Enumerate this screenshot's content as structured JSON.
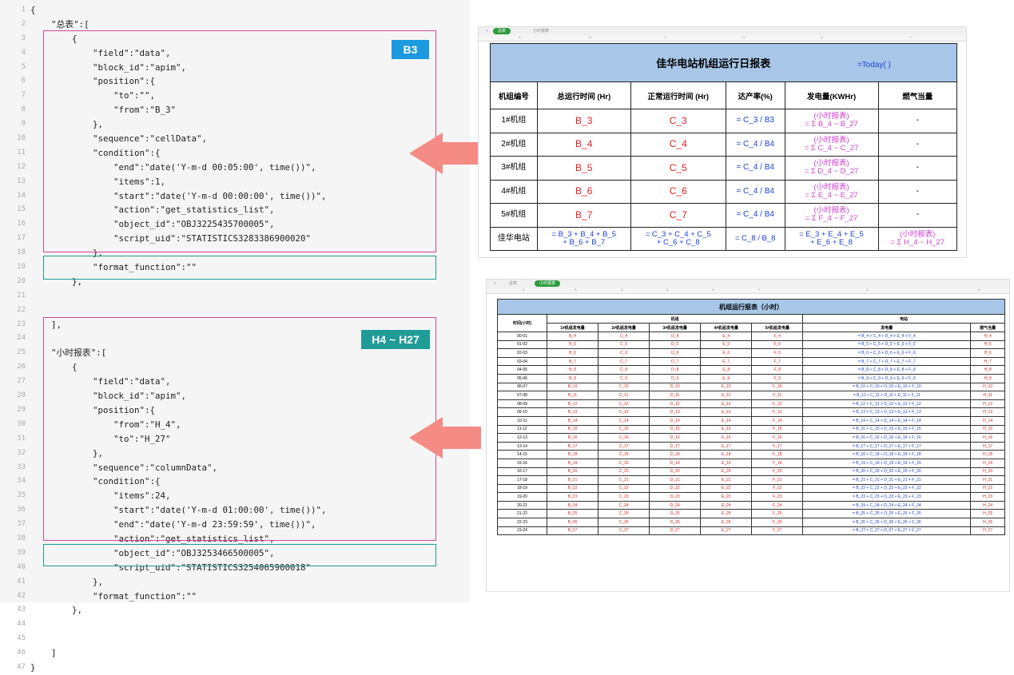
{
  "editor": {
    "line_numbers": [
      "1",
      "2",
      "3",
      "4",
      "5",
      "6",
      "7",
      "8",
      "9",
      "10",
      "11",
      "12",
      "13",
      "14",
      "15",
      "16",
      "17",
      "18",
      "19",
      "20",
      "21",
      "22",
      "23",
      "24",
      "25",
      "26",
      "27",
      "28",
      "29",
      "30",
      "31",
      "32",
      "33",
      "34",
      "35",
      "36",
      "37",
      "38",
      "39",
      "40",
      "41",
      "42",
      "43",
      "44",
      "45",
      "46",
      "47"
    ],
    "lines": [
      "{",
      "    \"总表\":[",
      "        {",
      "            \"field\":\"data\",",
      "            \"block_id\":\"apim\",",
      "            \"position\":{",
      "                \"to\":\"\",",
      "                \"from\":\"B_3\"",
      "            },",
      "            \"sequence\":\"cellData\",",
      "            \"condition\":{",
      "                \"end\":\"date('Y-m-d 00:05:00', time())\",",
      "                \"items\":1,",
      "                \"start\":\"date('Y-m-d 00:00:00', time())\",",
      "                \"action\":\"get_statistics_list\",",
      "                \"object_id\":\"OBJ3225435700005\",",
      "                \"script_uid\":\"STATISTICS3283386900020\"",
      "            },",
      "            \"format_function\":\"\"",
      "        },",
      "",
      "",
      "    ],",
      "",
      "    \"小时报表\":[",
      "        {",
      "            \"field\":\"data\",",
      "            \"block_id\":\"apim\",",
      "            \"position\":{",
      "                \"from\":\"H_4\",",
      "                \"to\":\"H_27\"",
      "            },",
      "            \"sequence\":\"columnData\",",
      "            \"condition\":{",
      "                \"items\":24,",
      "                \"start\":\"date('Y-m-d 01:00:00', time())\",",
      "                \"end\":\"date('Y-m-d 23:59:59', time())\",",
      "                \"action\":\"get_statistics_list\",",
      "                \"object_id\":\"OBJ3253466500005\",",
      "                \"script_uid\":\"STATISTICS3254065900018\"",
      "            },",
      "            \"format_function\":\"\"",
      "        },",
      "",
      "",
      "    ]",
      "}"
    ],
    "tag_b3": "B3",
    "tag_h": "H4 ~ H27",
    "colors": {
      "magenta": "#d6459a",
      "teal": "#1f9c96",
      "blue_tag": "#1b9ae0",
      "teal_tag": "#1f9c96",
      "arrow": "#f48b84"
    }
  },
  "sheet1": {
    "tabs": [
      "总表",
      "小时报表"
    ],
    "title": "佳华电站机组运行日报表",
    "today": "=Today( )",
    "headers": [
      "机组编号",
      "总运行时间 (Hr)",
      "正常运行时间 (Hr)",
      "达产率(%)",
      "发电量(KWHr)",
      "燃气当量"
    ],
    "rows": [
      [
        "1#机组",
        "B_3",
        "C_3",
        "= C_3 / B3",
        "(小时报表)\n= Σ B_4 ~ B_27",
        "-"
      ],
      [
        "2#机组",
        "B_4",
        "C_4",
        "= C_4 / B4",
        "(小时报表)\n= Σ C_4 ~ C_27",
        "-"
      ],
      [
        "3#机组",
        "B_5",
        "C_5",
        "= C_4 / B4",
        "(小时报表)\n= Σ D_4 ~ D_27",
        "-"
      ],
      [
        "4#机组",
        "B_6",
        "C_6",
        "= C_4 / B4",
        "(小时报表)\n= Σ E_4 ~ E_27",
        "-"
      ],
      [
        "5#机组",
        "B_7",
        "C_7",
        "= C_4 / B4",
        "(小时报表)\n= Σ F_4 ~ F_27",
        "-"
      ],
      [
        "佳华电站",
        "= B_3 + B_4 + B_5\n+ B_6 + B_7",
        "= C_3 + C_4 + C_5\n+ C_6 + C_8",
        "= C_8 / B_8",
        "= E_3 + E_4 + E_5\n+ E_6 + E_8",
        "(小时报表)\n= Σ H_4 ~ H_27"
      ]
    ]
  },
  "sheet2": {
    "tabs": [
      "总表",
      "小时报表"
    ],
    "title": "机组运行报表（小时）",
    "group_unit": "机组",
    "group_station": "电站",
    "time_header": "时间(小时)",
    "sub_headers": [
      "1#机组发电量",
      "2#机组发电量",
      "3#机组发电量",
      "4#机组发电量",
      "5#机组发电量",
      "发电量",
      "燃气当量"
    ],
    "times": [
      "00-01",
      "01-02",
      "02-03",
      "03-04",
      "04-05",
      "05-06",
      "06-07",
      "07-08",
      "08-09",
      "09-10",
      "10-11",
      "11-12",
      "12-13",
      "13-14",
      "14-15",
      "15-16",
      "16-17",
      "17-18",
      "18-19",
      "19-20",
      "20-21",
      "21-22",
      "22-23",
      "23-24"
    ]
  }
}
